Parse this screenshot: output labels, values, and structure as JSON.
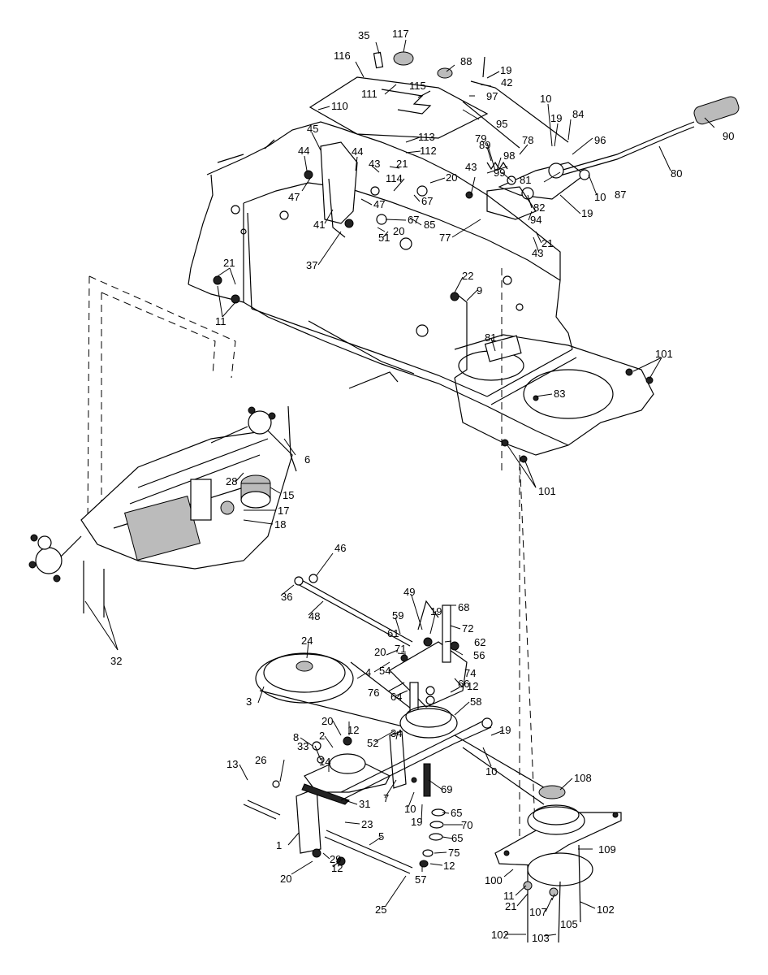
{
  "callouts": [
    {
      "id": "c35",
      "text": "35"
    },
    {
      "id": "c117",
      "text": "117"
    },
    {
      "id": "c116",
      "text": "116"
    },
    {
      "id": "c88",
      "text": "88"
    },
    {
      "id": "c19a",
      "text": "19"
    },
    {
      "id": "c42",
      "text": "42"
    },
    {
      "id": "c111",
      "text": "111"
    },
    {
      "id": "c115",
      "text": "115"
    },
    {
      "id": "c97",
      "text": "97"
    },
    {
      "id": "c110",
      "text": "110"
    },
    {
      "id": "c10a",
      "text": "10"
    },
    {
      "id": "c84",
      "text": "84"
    },
    {
      "id": "c95",
      "text": "95"
    },
    {
      "id": "c19b",
      "text": "19"
    },
    {
      "id": "c90",
      "text": "90"
    },
    {
      "id": "c45",
      "text": "45"
    },
    {
      "id": "c113",
      "text": "113"
    },
    {
      "id": "c79",
      "text": "79"
    },
    {
      "id": "c78",
      "text": "78"
    },
    {
      "id": "c96",
      "text": "96"
    },
    {
      "id": "c44a",
      "text": "44"
    },
    {
      "id": "c44b",
      "text": "44"
    },
    {
      "id": "c112",
      "text": "112"
    },
    {
      "id": "c89",
      "text": "89"
    },
    {
      "id": "c98",
      "text": "98"
    },
    {
      "id": "c80",
      "text": "80"
    },
    {
      "id": "c43a",
      "text": "43"
    },
    {
      "id": "c21a",
      "text": "21"
    },
    {
      "id": "c99",
      "text": "99"
    },
    {
      "id": "c20a",
      "text": "20"
    },
    {
      "id": "c114",
      "text": "114"
    },
    {
      "id": "c81a",
      "text": "81"
    },
    {
      "id": "c10b",
      "text": "10"
    },
    {
      "id": "c87",
      "text": "87"
    },
    {
      "id": "c47a",
      "text": "47"
    },
    {
      "id": "c47b",
      "text": "47"
    },
    {
      "id": "c67a",
      "text": "67"
    },
    {
      "id": "c43b",
      "text": "43"
    },
    {
      "id": "c82",
      "text": "82"
    },
    {
      "id": "c19c",
      "text": "19"
    },
    {
      "id": "c41",
      "text": "41"
    },
    {
      "id": "c67b",
      "text": "67"
    },
    {
      "id": "c85",
      "text": "85"
    },
    {
      "id": "c94",
      "text": "94"
    },
    {
      "id": "c51",
      "text": "51"
    },
    {
      "id": "c20b",
      "text": "20"
    },
    {
      "id": "c77",
      "text": "77"
    },
    {
      "id": "c21b",
      "text": "21"
    },
    {
      "id": "c37",
      "text": "37"
    },
    {
      "id": "c43c",
      "text": "43"
    },
    {
      "id": "c21c",
      "text": "21"
    },
    {
      "id": "c22",
      "text": "22"
    },
    {
      "id": "c9",
      "text": "9"
    },
    {
      "id": "c11a",
      "text": "11"
    },
    {
      "id": "c81b",
      "text": "81"
    },
    {
      "id": "c101a",
      "text": "101"
    },
    {
      "id": "c83",
      "text": "83"
    },
    {
      "id": "c6",
      "text": "6"
    },
    {
      "id": "c101b",
      "text": "101"
    },
    {
      "id": "c28",
      "text": "28"
    },
    {
      "id": "c15",
      "text": "15"
    },
    {
      "id": "c17",
      "text": "17"
    },
    {
      "id": "c18",
      "text": "18"
    },
    {
      "id": "c46",
      "text": "46"
    },
    {
      "id": "c36",
      "text": "36"
    },
    {
      "id": "c48",
      "text": "48"
    },
    {
      "id": "c49",
      "text": "49"
    },
    {
      "id": "c68",
      "text": "68"
    },
    {
      "id": "c32",
      "text": "32"
    },
    {
      "id": "c59",
      "text": "59"
    },
    {
      "id": "c19d",
      "text": "19"
    },
    {
      "id": "c72",
      "text": "72"
    },
    {
      "id": "c61",
      "text": "61"
    },
    {
      "id": "c62",
      "text": "62"
    },
    {
      "id": "c24",
      "text": "24"
    },
    {
      "id": "c20c",
      "text": "20"
    },
    {
      "id": "c71",
      "text": "71"
    },
    {
      "id": "c56",
      "text": "56"
    },
    {
      "id": "c74",
      "text": "74"
    },
    {
      "id": "c54",
      "text": "54"
    },
    {
      "id": "c4",
      "text": "4"
    },
    {
      "id": "c12a",
      "text": "12"
    },
    {
      "id": "c76",
      "text": "76"
    },
    {
      "id": "c64",
      "text": "64"
    },
    {
      "id": "c66",
      "text": "66"
    },
    {
      "id": "c3",
      "text": "3"
    },
    {
      "id": "c58",
      "text": "58"
    },
    {
      "id": "c20d",
      "text": "20"
    },
    {
      "id": "c12b",
      "text": "12"
    },
    {
      "id": "c19e",
      "text": "19"
    },
    {
      "id": "c8",
      "text": "8"
    },
    {
      "id": "c2",
      "text": "2"
    },
    {
      "id": "c52",
      "text": "52"
    },
    {
      "id": "c34",
      "text": "34"
    },
    {
      "id": "c33",
      "text": "33"
    },
    {
      "id": "c14",
      "text": "14"
    },
    {
      "id": "c10c",
      "text": "10"
    },
    {
      "id": "c13",
      "text": "13"
    },
    {
      "id": "c26",
      "text": "26"
    },
    {
      "id": "c7",
      "text": "7"
    },
    {
      "id": "c69",
      "text": "69"
    },
    {
      "id": "c108",
      "text": "108"
    },
    {
      "id": "c31",
      "text": "31"
    },
    {
      "id": "c65a",
      "text": "65"
    },
    {
      "id": "c10d",
      "text": "10"
    },
    {
      "id": "c70",
      "text": "70"
    },
    {
      "id": "c19f",
      "text": "19"
    },
    {
      "id": "c23",
      "text": "23"
    },
    {
      "id": "c65b",
      "text": "65"
    },
    {
      "id": "c5",
      "text": "5"
    },
    {
      "id": "c1",
      "text": "1"
    },
    {
      "id": "c109",
      "text": "109"
    },
    {
      "id": "c29",
      "text": "29"
    },
    {
      "id": "c75",
      "text": "75"
    },
    {
      "id": "c12c",
      "text": "12"
    },
    {
      "id": "c20e",
      "text": "20"
    },
    {
      "id": "c12d",
      "text": "12"
    },
    {
      "id": "c57",
      "text": "57"
    },
    {
      "id": "c100",
      "text": "100"
    },
    {
      "id": "c11b",
      "text": "11"
    },
    {
      "id": "c21d",
      "text": "21"
    },
    {
      "id": "c107",
      "text": "107"
    },
    {
      "id": "c105",
      "text": "105"
    },
    {
      "id": "c102a",
      "text": "102"
    },
    {
      "id": "c25",
      "text": "25"
    },
    {
      "id": "c102b",
      "text": "102"
    },
    {
      "id": "c103",
      "text": "103"
    }
  ]
}
